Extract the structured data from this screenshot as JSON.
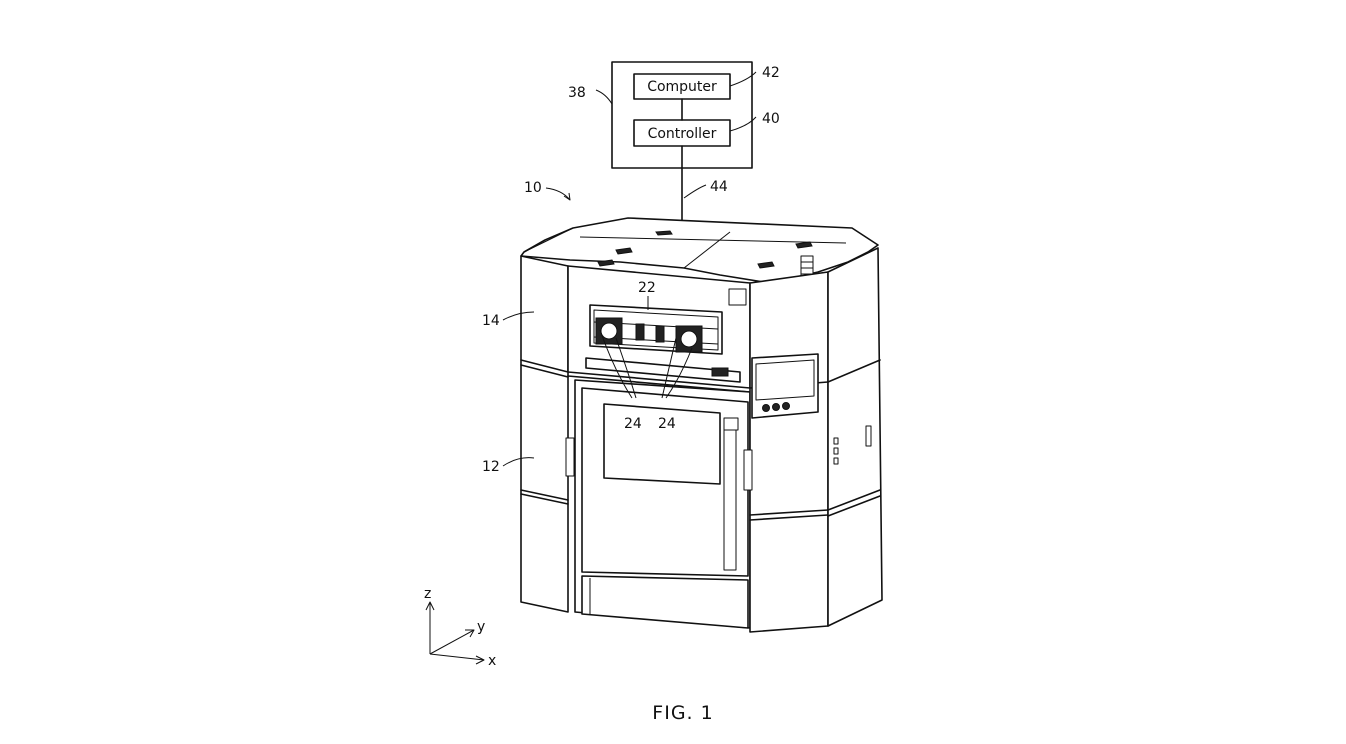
{
  "figure": {
    "caption": "FIG. 1",
    "system_box": {
      "computer_label": "Computer",
      "controller_label": "Controller"
    },
    "reference_numerals": {
      "system": "10",
      "lower_cabinet": "12",
      "upper_cabinet": "14",
      "print_head_carriage": "22",
      "print_head_a": "24",
      "print_head_b": "24",
      "controller_assembly": "38",
      "controller": "40",
      "computer": "42",
      "communication_line": "44"
    },
    "axes": {
      "z": "z",
      "y": "y",
      "x": "x"
    }
  }
}
